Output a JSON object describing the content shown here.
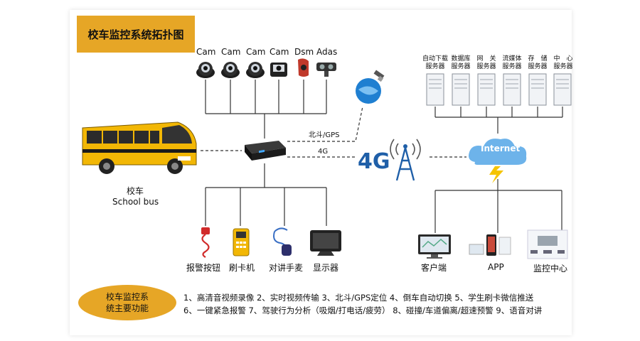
{
  "title": "校车监控系统拓扑图",
  "cameras": [
    "Cam",
    "Cam",
    "Cam",
    "Cam",
    "Dsm",
    "Adas"
  ],
  "servers": [
    {
      "line1": "自动下载",
      "line2": "服务器"
    },
    {
      "line1": "数据库",
      "line2": "服务器"
    },
    {
      "line1": "网　关",
      "line2": "服务器"
    },
    {
      "line1": "流媒体",
      "line2": "服务器"
    },
    {
      "line1": "存　储",
      "line2": "服务器"
    },
    {
      "line1": "中　心",
      "line2": "服务器"
    }
  ],
  "bus": {
    "label_cn": "校车",
    "label_en": "School bus"
  },
  "links": {
    "gps": "北斗/GPS",
    "g4": "4G"
  },
  "network": {
    "g4_big": "4G",
    "internet": "Internet"
  },
  "peripherals": [
    "报警按钮",
    "刷卡机",
    "对讲手麦",
    "显示器"
  ],
  "clients": [
    "客户端",
    "APP",
    "监控中心"
  ],
  "functions": {
    "title_line1": "校车监控系",
    "title_line2": "统主要功能",
    "line1": "1、高清音视频录像 2、实时视频传输 3、北斗/GPS定位 4、倒车自动切换 5、学生刷卡微信推送",
    "line2": "6、一键紧急报警 7、驾驶行为分析（吸烟/打电话/疲劳） 8、碰撞/车道偏离/超速预警 9、语音对讲"
  },
  "colors": {
    "accent": "#e6a626",
    "bus_yellow": "#f2b705",
    "tower_blue": "#1f5fa8",
    "lightning": "#f5c400"
  }
}
